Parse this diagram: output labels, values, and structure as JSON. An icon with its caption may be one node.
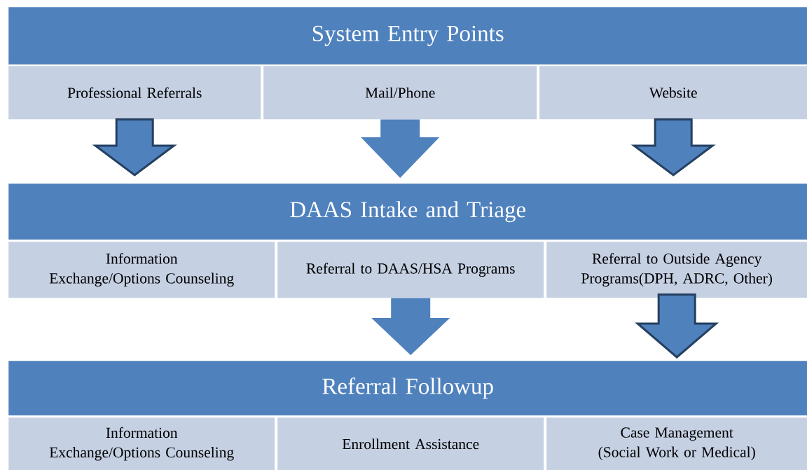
{
  "diagram": {
    "nodes": [
      {
        "text": [
          "System Entry Points"
        ]
      },
      {
        "text": [
          "Professional Referrals"
        ]
      },
      {
        "text": [
          "Mail/Phone"
        ]
      },
      {
        "text": [
          "Website"
        ]
      },
      {
        "text": [
          "DAAS Intake and Triage"
        ]
      },
      {
        "text": [
          "Information Exchange/Options Counseling"
        ]
      },
      {
        "text": [
          "Referral to DAAS/HSA Programs"
        ]
      },
      {
        "text": [
          "Referral to Outside Agency Programs(DPH, ADRC, Other)"
        ]
      },
      {
        "text": [
          "Referral Followup"
        ]
      },
      {
        "text": [
          "Information Exchange/Options Counseling"
        ]
      },
      {
        "text": [
          "Enrollment Assistance"
        ]
      },
      {
        "text": [
          "Case Management (Social Work or Medical)"
        ]
      }
    ],
    "edges": [
      {
        "from": 1,
        "to": 4,
        "arrow": "to",
        "style": "thick"
      },
      {
        "from": 2,
        "to": 4,
        "arrow": "to"
      },
      {
        "from": 3,
        "to": 4,
        "arrow": "to",
        "style": "thick"
      },
      {
        "from": 6,
        "to": 8,
        "arrow": "to"
      },
      {
        "from": 7,
        "to": 8,
        "arrow": "to",
        "style": "thick"
      }
    ]
  }
}
